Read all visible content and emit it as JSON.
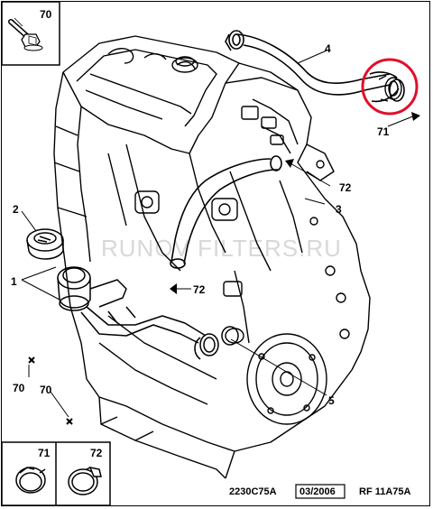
{
  "callouts": {
    "c70_top": "70",
    "c4": "4",
    "c71": "71",
    "c72_right": "72",
    "c3": "3",
    "c2": "2",
    "c1": "1",
    "c72_mid": "72",
    "c70_left": "70",
    "c70_bottom": "70",
    "c5": "5"
  },
  "legend": {
    "clamp_a_label": "71",
    "clamp_b_label": "72"
  },
  "watermark": "RUNOV FILTERS.RU",
  "footer": {
    "drawing_code": "2230C75A",
    "date": "03/2006",
    "reference": "RF 11A75A"
  },
  "colors": {
    "line": "#000000",
    "highlight": "#e0102a",
    "watermark": "#d8d8d8"
  }
}
